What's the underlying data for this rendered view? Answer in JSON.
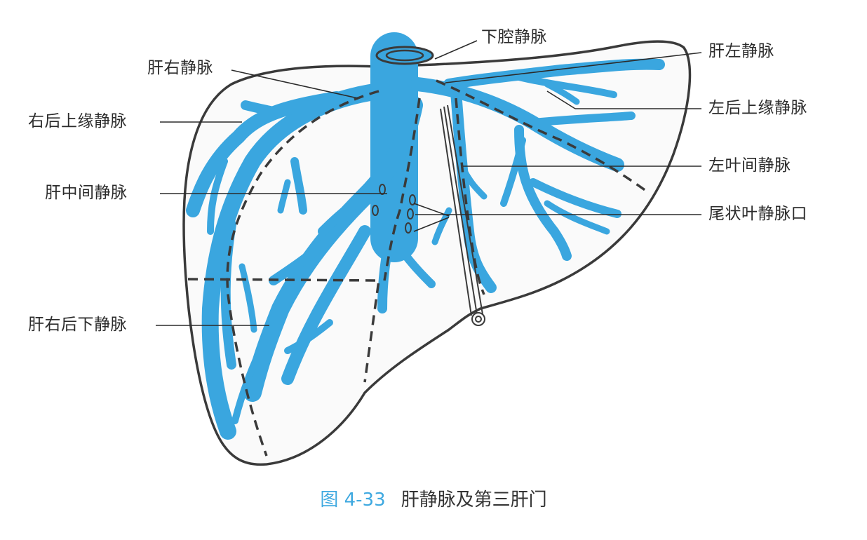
{
  "figure": {
    "labels_left": [
      {
        "id": "right-hepatic-vein",
        "text": "肝右静脉"
      },
      {
        "id": "right-posterior-superior-marginal-vein",
        "text": "右后上缘静脉"
      },
      {
        "id": "middle-hepatic-vein",
        "text": "肝中间静脉"
      },
      {
        "id": "right-posterior-inferior-hepatic-vein",
        "text": "肝右后下静脉"
      }
    ],
    "labels_top": [
      {
        "id": "inferior-vena-cava",
        "text": "下腔静脉"
      }
    ],
    "labels_right": [
      {
        "id": "left-hepatic-vein",
        "text": "肝左静脉"
      },
      {
        "id": "left-posterior-superior-marginal-vein",
        "text": "左后上缘静脉"
      },
      {
        "id": "left-interlobar-vein",
        "text": "左叶间静脉"
      },
      {
        "id": "caudate-lobe-vein-orifices",
        "text": "尾状叶静脉口"
      }
    ],
    "colors": {
      "vein_blue": "#3aa6df",
      "outline": "#3a3a3a",
      "caption_blue": "#3fa9e0",
      "caption_text": "#333333"
    }
  },
  "caption": {
    "number": "图 4-33",
    "title": "肝静脉及第三肝门"
  }
}
